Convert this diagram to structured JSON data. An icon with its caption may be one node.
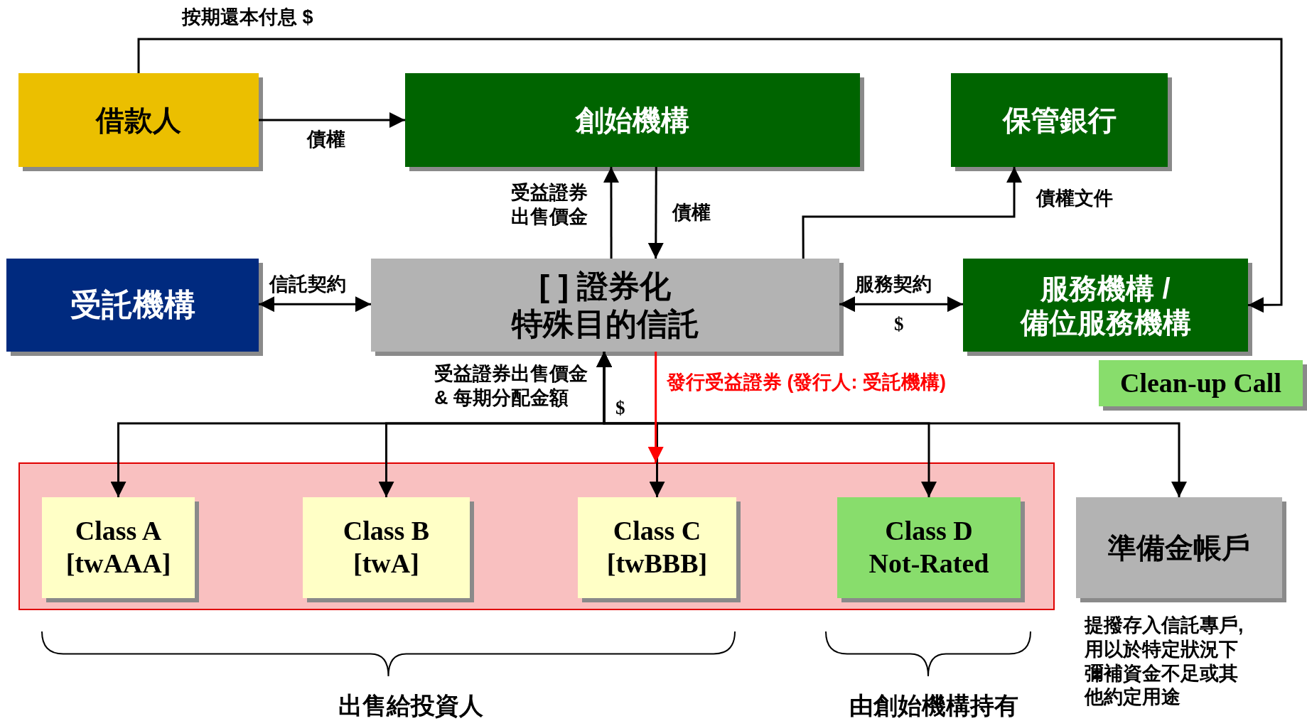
{
  "diagram": {
    "nodes": [
      {
        "text": [
          "借款人"
        ]
      },
      {
        "text": [
          "創始機構"
        ]
      },
      {
        "text": [
          "保管銀行"
        ]
      },
      {
        "text": [
          "受託機構"
        ]
      },
      {
        "text": [
          "[ ] 證券化特殊目的信託"
        ]
      },
      {
        "text": [
          "服務機構 / 備位服務機構"
        ]
      },
      {
        "text": [
          "Clean-up Call"
        ]
      },
      {
        "text": [],
        "shape": "box"
      },
      {
        "text": [
          "Class A [twAAA]"
        ],
        "in": 7
      },
      {
        "text": [
          "Class B [twA]"
        ],
        "in": 7
      },
      {
        "text": [
          "Class C [twBBB]"
        ],
        "in": 7
      },
      {
        "text": [
          "Class D Not-Rated"
        ],
        "in": 7
      },
      {
        "text": [
          "準備金帳戶"
        ],
        "beside": [
          "提撥存入信託專戶,用以於特定狀況下彌補資金不足或其他約定用途"
        ]
      }
    ],
    "edges": [
      {
        "from": 0,
        "to": 5,
        "arrow": "to",
        "label": "按期還本付息 $"
      },
      {
        "from": 0,
        "to": 1,
        "arrow": "to",
        "label": "債權"
      },
      {
        "from": 4,
        "to": 1,
        "arrow": "to",
        "label": "受益證券出售價金"
      },
      {
        "from": 1,
        "to": 4,
        "arrow": "to",
        "label": "債權"
      },
      {
        "from": 4,
        "to": 2,
        "arrow": "to",
        "label": "債權文件"
      },
      {
        "from": 3,
        "to": 4,
        "arrow": "both",
        "label": "信託契約"
      },
      {
        "from": 4,
        "to": 5,
        "arrow": "both",
        "label": "服務契約"
      },
      {
        "from": 4,
        "to": 8,
        "arrow": "both",
        "label": "受益證券出售價金 & 每期分配金額"
      },
      {
        "from": 4,
        "to": 9,
        "arrow": "both"
      },
      {
        "from": 4,
        "to": 10,
        "arrow": "both"
      },
      {
        "from": 4,
        "to": 11,
        "arrow": "both"
      },
      {
        "from": 4,
        "to": 12,
        "arrow": "both"
      },
      {
        "from": 4,
        "to": 7,
        "arrow": "to",
        "color": "#ff0000",
        "label": "發行受益證券 (發行人: 受託機構)"
      }
    ],
    "labels": [
      "$",
      "$",
      "出售給投資人",
      "由創始機構持有"
    ]
  }
}
